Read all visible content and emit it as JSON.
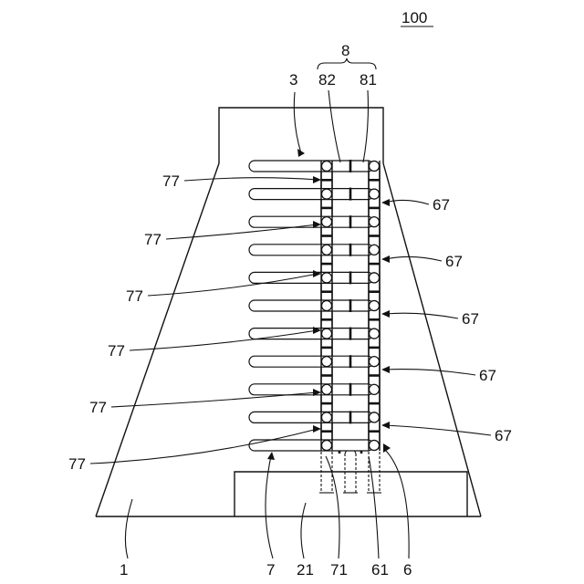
{
  "figure": {
    "reference_number": "100",
    "labels": {
      "manifold": "8",
      "header_left": "82",
      "header_right": "81",
      "fins": "3",
      "base": "1",
      "tube_left": "7",
      "block": "21",
      "tube_left_inner": "71",
      "tube_right_inner": "61",
      "tube_right": "6"
    },
    "left_callouts": [
      "77",
      "77",
      "77",
      "77",
      "77",
      "77"
    ],
    "right_callouts": [
      "67",
      "67",
      "67",
      "67",
      "67"
    ]
  }
}
